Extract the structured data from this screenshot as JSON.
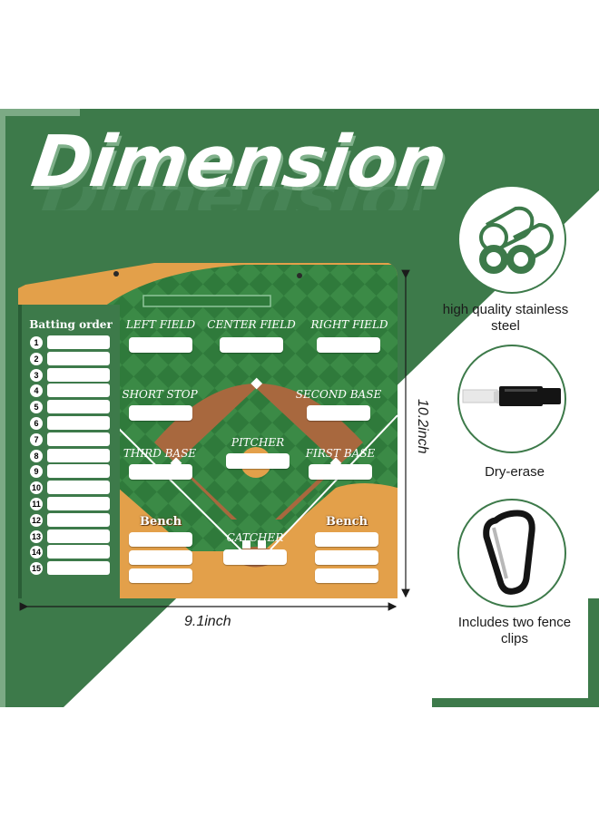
{
  "heading": "Dimension",
  "board": {
    "batting_order_title": "Batting order",
    "batting_numbers": [
      "1",
      "2",
      "3",
      "4",
      "5",
      "6",
      "7",
      "8",
      "9",
      "10",
      "11",
      "12",
      "13",
      "14",
      "15"
    ],
    "positions": {
      "left_field": "LEFT FIELD",
      "center_field": "CENTER FIELD",
      "right_field": "RIGHT FIELD",
      "short_stop": "SHORT STOP",
      "second_base": "SECOND BASE",
      "third_base": "THIRD BASE",
      "pitcher": "PITCHER",
      "first_base": "FIRST BASE",
      "catcher": "CATCHER"
    },
    "bench_left": "Bench",
    "bench_right": "Bench"
  },
  "dimensions": {
    "width": "9.1inch",
    "height": "10.2inch"
  },
  "features": [
    {
      "icon": "steel-rods-icon",
      "label": "high quality stainless steel"
    },
    {
      "icon": "dry-erase-marker-icon",
      "label": "Dry-erase"
    },
    {
      "icon": "carabiner-clip-icon",
      "label": "Includes two fence clips"
    }
  ],
  "colors": {
    "green": "#3d7a4a",
    "dark_green": "#1f5a2c",
    "dirt": "#a8683e",
    "orange": "#e3a04a"
  }
}
